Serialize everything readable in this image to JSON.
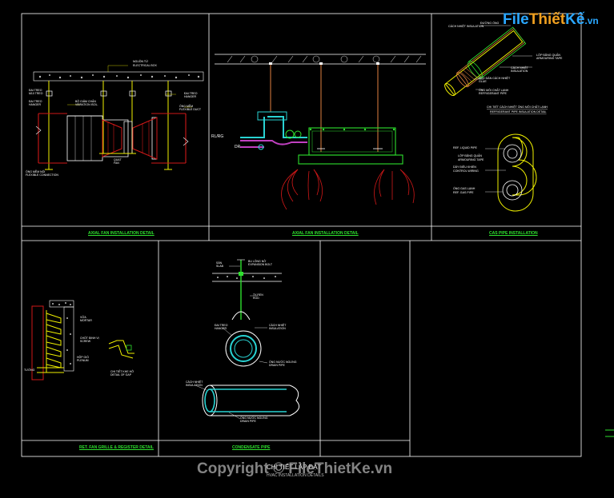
{
  "logo": {
    "part1": "File",
    "part2": "Thiết",
    "part3": "Kế",
    "part4": ".vn"
  },
  "watermark": "Copyright © FileThietKe.vn",
  "title_block": {
    "title": "CHI TIẾT LẮP ĐẶT",
    "subtitle": "HVAC INSTALLATION DETAILS"
  },
  "captions": {
    "axial_fan_1": "AXIAL FAN INSTALLATION DETAIL",
    "axial_fan_2": "AXIAL FAN INSTALLATION DETAIL",
    "cas_pipe": "CAS PIPE INSTALLATION",
    "grille": "RET. FAN GRILLE & REGISTER DETAIL",
    "condensate": "CONDENSATE PIPE"
  },
  "labels": {
    "rl_rg": "RL/RG",
    "dr": "DR",
    "ref_liquid": "REF. LIQUID PIPE",
    "armour_tape": "ARMOURING TAPE",
    "control_wiring": "CONTROL WIRING",
    "ref_gas": "REF. GAS PIPE",
    "insulation": "CÁCH NHIỆT INSULATION",
    "cas_note": "CHI TIẾT CÁCH NHIỆT ỐNG MÔI CHẤT LẠNH REFRIGERANT PIPE INSULATION DETAIL"
  },
  "colors": {
    "frame": "#ffffff",
    "caption": "#2ee02e",
    "pipe_green": "#2ee02e",
    "pipe_cyan": "#29d3d3",
    "yellow": "#f0f000",
    "red": "#d01818",
    "magenta": "#c040c0",
    "orange": "#e08040"
  }
}
